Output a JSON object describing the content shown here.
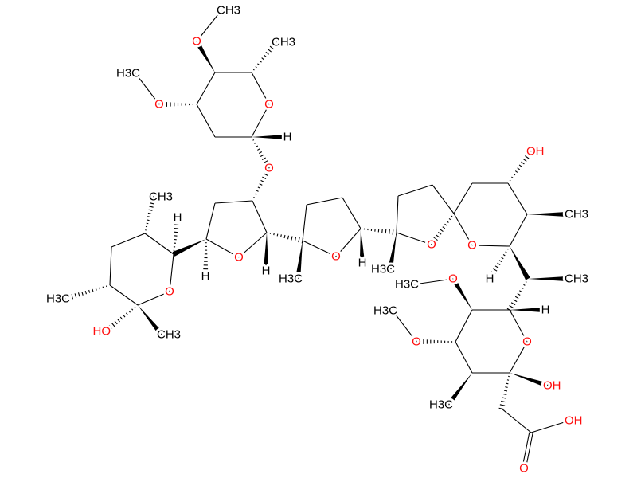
{
  "molecule": {
    "colors": {
      "bond": "#000000",
      "carbon_label": "#000000",
      "oxygen_label": "#ff0d0d"
    },
    "labels": {
      "t_me": "CH3",
      "t_o5": "O",
      "me6": "CH3",
      "o_r": "O",
      "h1": "H",
      "o3": "O",
      "me3": "H3C",
      "o_gly": "O",
      "me_a": "CH3",
      "o_l": "O",
      "h_e": "H",
      "me_c": "H3C",
      "ho_d": "HO",
      "me_d": "CH3",
      "o1": "O",
      "h_f": "H",
      "h_i": "H",
      "o2": "O",
      "me_j": "H3C",
      "h_m": "H",
      "o3r": "O",
      "me_n": "H3C",
      "o4": "O",
      "oh_s": "OH",
      "me_t": "CH3",
      "h_u": "H",
      "me_v": "CH3",
      "h_w": "H",
      "o_x": "O",
      "me_ox": "H3C",
      "o_y": "O",
      "me_oy": "H3C",
      "me_z": "H3C",
      "o5": "O",
      "oh_aa": "OH",
      "oh_acid": "OH",
      "o_acid": "O"
    }
  }
}
